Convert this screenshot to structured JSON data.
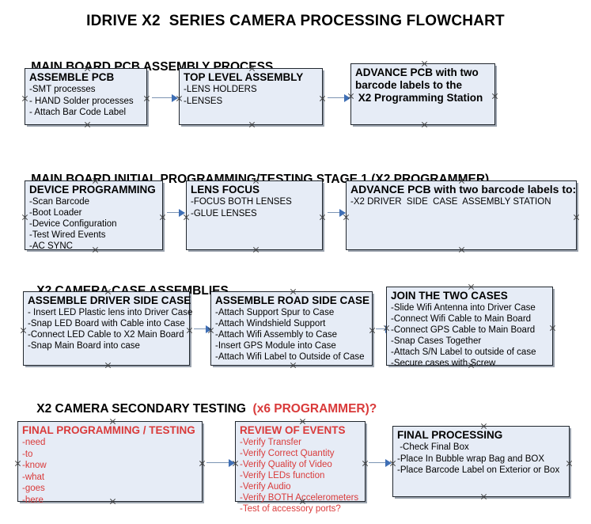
{
  "document": {
    "title": "IDRIVE X2  SERIES CAMERA PROCESSING FLOWCHART"
  },
  "colors": {
    "box_fill": "#e6ecf6",
    "box_border": "#21272e",
    "box_shadow": "#9aa2ad",
    "arrow_shaft": "#7c94b3",
    "arrow_head": "#3f6fb5",
    "text": "#000000",
    "accent_red": "#d93a3a",
    "page_background": "#ffffff"
  },
  "sections": [
    {
      "id": "main-board-pcb-assembly",
      "heading": "MAIN BOARD PCB ASSEMBLY PROCESS",
      "heading_accent": "",
      "nodes": [
        {
          "id": "assemble-pcb",
          "title": "ASSEMBLE PCB",
          "lines": [
            "-SMT processes",
            "- HAND Solder processes",
            "- Attach Bar Code Label"
          ]
        },
        {
          "id": "top-level-assembly",
          "title": "TOP LEVEL ASSEMBLY",
          "lines": [
            "-LENS HOLDERS",
            "-LENSES"
          ]
        },
        {
          "id": "advance-pcb-programming-station",
          "title": "ADVANCE PCB with two",
          "lines": [
            "barcode labels to the",
            " X2 Programming Station"
          ]
        }
      ]
    },
    {
      "id": "main-board-initial-programming",
      "heading": "MAIN BOARD INITIAL PROGRAMMING/TESTING STAGE 1 (X2 PROGRAMMER)",
      "heading_accent": "",
      "nodes": [
        {
          "id": "device-programming",
          "title": "DEVICE PROGRAMMING",
          "lines": [
            "-Scan Barcode",
            "-Boot Loader",
            "-Device Configuration",
            "-Test Wired Events",
            "-AC SYNC"
          ]
        },
        {
          "id": "lens-focus",
          "title": "LENS FOCUS",
          "lines": [
            "-FOCUS BOTH LENSES",
            "-GLUE LENSES"
          ]
        },
        {
          "id": "advance-pcb-driver-side-case",
          "title": "ADVANCE PCB with two barcode labels to:",
          "lines": [
            "-X2 DRIVER  SIDE  CASE  ASSEMBLY STATION"
          ]
        }
      ]
    },
    {
      "id": "x2-camera-case-assemblies",
      "heading": "X2 CAMERA CASE ASSEMBLIES",
      "heading_accent": "",
      "nodes": [
        {
          "id": "assemble-driver-side-case",
          "title": "ASSEMBLE DRIVER SIDE CASE",
          "lines": [
            "- Insert LED Plastic lens into Driver Case",
            "-Snap LED Board with Cable into Case",
            "-Connect LED Cable to X2 Main Board",
            "-Snap Main Board into case"
          ]
        },
        {
          "id": "assemble-road-side-case",
          "title": "ASSEMBLE ROAD SIDE CASE",
          "lines": [
            "-Attach Support Spur to Case",
            "-Attach Windshield Support",
            "-Attach Wifi Assembly to Case",
            "-Insert GPS Module into Case",
            "-Attach Wifi Label to Outside of Case"
          ]
        },
        {
          "id": "join-the-two-cases",
          "title": "JOIN THE TWO CASES",
          "lines": [
            "-Slide Wifi Antenna into Driver Case",
            "-Connect Wifi Cable to Main Board",
            "-Connect GPS Cable to Main Board",
            "-Snap Cases Together",
            "-Attach S/N Label to outside of case",
            "-Secure cases with Screw"
          ]
        }
      ]
    },
    {
      "id": "x2-camera-secondary-testing",
      "heading": "X2 CAMERA SECONDARY TESTING  ",
      "heading_accent": "(x6 PROGRAMMER)?",
      "nodes": [
        {
          "id": "final-programming-testing",
          "title": "FINAL PROGRAMMING / TESTING",
          "lines": [
            "-need",
            "-to",
            "-know",
            "-what",
            "-goes",
            "-here"
          ]
        },
        {
          "id": "review-of-events",
          "title": "REVIEW OF EVENTS",
          "lines": [
            "-Verify Transfer",
            "-Verify Correct Quantity",
            "-Verify Quality of Video",
            "-Verify LEDs function",
            "-Verify Audio",
            "-Verify BOTH Accelerometers",
            "-Test of accessory ports?"
          ]
        },
        {
          "id": "final-processing",
          "title": "FINAL PROCESSING",
          "lines": [
            " -Check Final Box",
            "-Place In Bubble wrap Bag and BOX",
            "-Place Barcode Label on Exterior or Box"
          ]
        }
      ]
    }
  ]
}
